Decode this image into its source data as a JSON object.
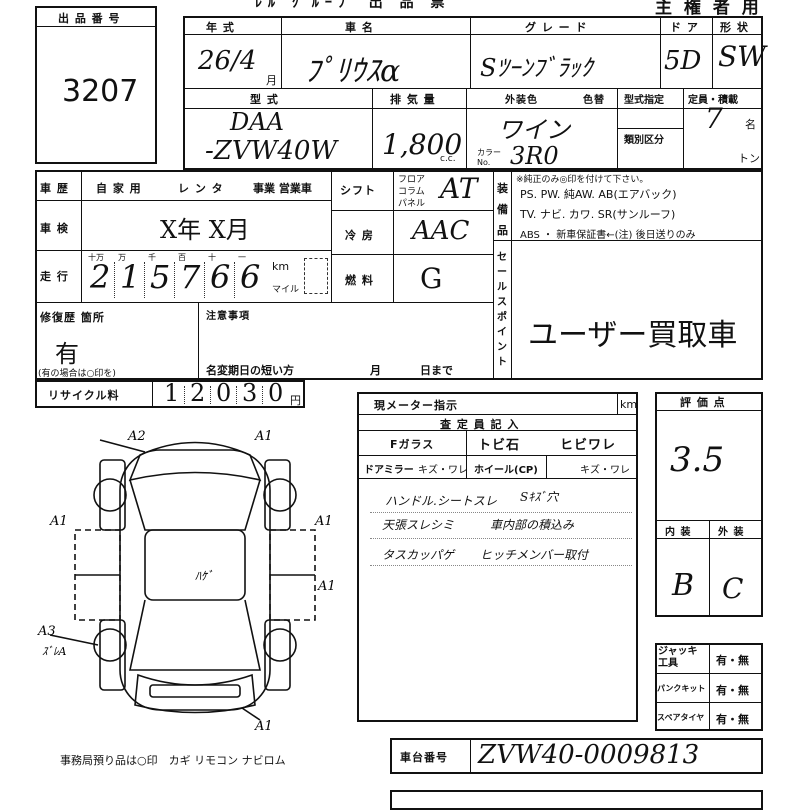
{
  "header": {
    "title": "主 権 者 用",
    "top_marks": "ﾚﾙ ｸﾞﾙｰﾌﾟ 出 品 票"
  },
  "lot": {
    "label": "出 品 番 号",
    "value": "3207"
  },
  "basic": {
    "year_label": "年 式",
    "year_value": "26/4",
    "year_unit": "月",
    "name_label": "車 名",
    "name_value": "ﾌﾟﾘｳｽα",
    "grade_label": "グ レ ー ド",
    "grade_value": "Sﾂｰﾝﾌﾞﾗｯｸ",
    "door_label": "ド ア",
    "door_value": "5D",
    "shape_label": "形 状",
    "shape_value": "SW"
  },
  "specs": {
    "model_label": "型 式",
    "model_value_1": "DAA",
    "model_value_2": "-ZVW40W",
    "disp_label": "排 気 量",
    "disp_value": "1,800",
    "disp_unit": "c.c.",
    "color_label": "外装色",
    "color_value": "ワイン",
    "color_no_label": "カラー No.",
    "color_no_value": "3R0",
    "interior_color_label": "色替",
    "type_spec_label": "型式指定",
    "category_label": "類別区分",
    "capacity_label": "定員・積載",
    "capacity_value": "7",
    "capacity_unit": "名",
    "load_unit": "トン"
  },
  "history": {
    "label": "車 歴",
    "opt1": "自 家 用",
    "opt2": "レ ン タ",
    "opt3": "事業 営業車",
    "inspection_label": "車 検",
    "inspection_value": "X年 X月",
    "mileage_label": "走 行",
    "mileage_digits": [
      "2",
      "1",
      "5",
      "7",
      "6",
      "6"
    ],
    "mileage_headers": [
      "十万",
      "万",
      "千",
      "百",
      "十",
      "一"
    ],
    "km_label": "km",
    "mile_label": "マイル"
  },
  "shift": {
    "label": "シフト",
    "opts": [
      "フロア",
      "コラム",
      "パネル"
    ],
    "value": "AT"
  },
  "aircon": {
    "label": "冷 房",
    "value": "AAC"
  },
  "fuel": {
    "label": "燃 料",
    "value": "G"
  },
  "equipment": {
    "label": "装備品",
    "note": "※純正のみ◎印を付けて下さい。",
    "line1": "PS. PW. 純AW. AB(エアバック)",
    "line2": "TV. ナビ. カワ. SR(サンルーフ)",
    "line3": "ABS ・ 新車保証書←(注) 後日送りのみ"
  },
  "sales_point": {
    "label": "セールスポイント",
    "value": "ユーザー買取車"
  },
  "repair": {
    "label": "修復歴 箇所",
    "value": "有",
    "note": "(有の場合は○印を)"
  },
  "notes": {
    "label": "注意事項",
    "owner_change_label": "名変期日の短い方",
    "month_label": "月",
    "day_label": "日まで"
  },
  "recycle": {
    "label": "リサイクル料",
    "digits": [
      "1",
      "2",
      "0",
      "3",
      "0"
    ],
    "unit": "円"
  },
  "meter": {
    "label": "現メーター指示",
    "unit": "km"
  },
  "inspector": {
    "label": "査 定 員 記 入",
    "fglass_label": "Fガラス",
    "fglass_value": "トビ石",
    "fglass_value2": "ヒビワレ",
    "mirror_label": "ドアミラー",
    "mirror_value": "キズ・ワレ",
    "wheel_label": "ホイール(CP)",
    "wheel_value": "キズ・ワレ",
    "comments": [
      "ハンドル.シートスレ",
      "Sｷｽﾞ穴",
      "天張スレシミ",
      "車内部の積込み",
      "タスカッパゲ",
      "ヒッチメンバー取付"
    ]
  },
  "score": {
    "label": "評 価 点",
    "value": "3.5",
    "interior_label": "内 装",
    "interior_value": "B",
    "exterior_label": "外 装",
    "exterior_value": "C"
  },
  "jack": {
    "rows": [
      {
        "label": "ジャッキ 工具",
        "value": "有・無"
      },
      {
        "label": "パンクキット",
        "value": "有・無"
      },
      {
        "label": "スペアタイヤ",
        "value": "有・無"
      }
    ]
  },
  "chassis": {
    "label": "車台番号",
    "value": "ZVW40-0009813"
  },
  "diagram": {
    "marks": [
      "A2",
      "A1",
      "A1",
      "A1",
      "A1",
      "A3",
      "ｽﾞﾚA",
      "A1",
      "ﾊｹﾞ"
    ],
    "footer": "事務局預り品は○印　カギ リモコン ナビロム"
  }
}
